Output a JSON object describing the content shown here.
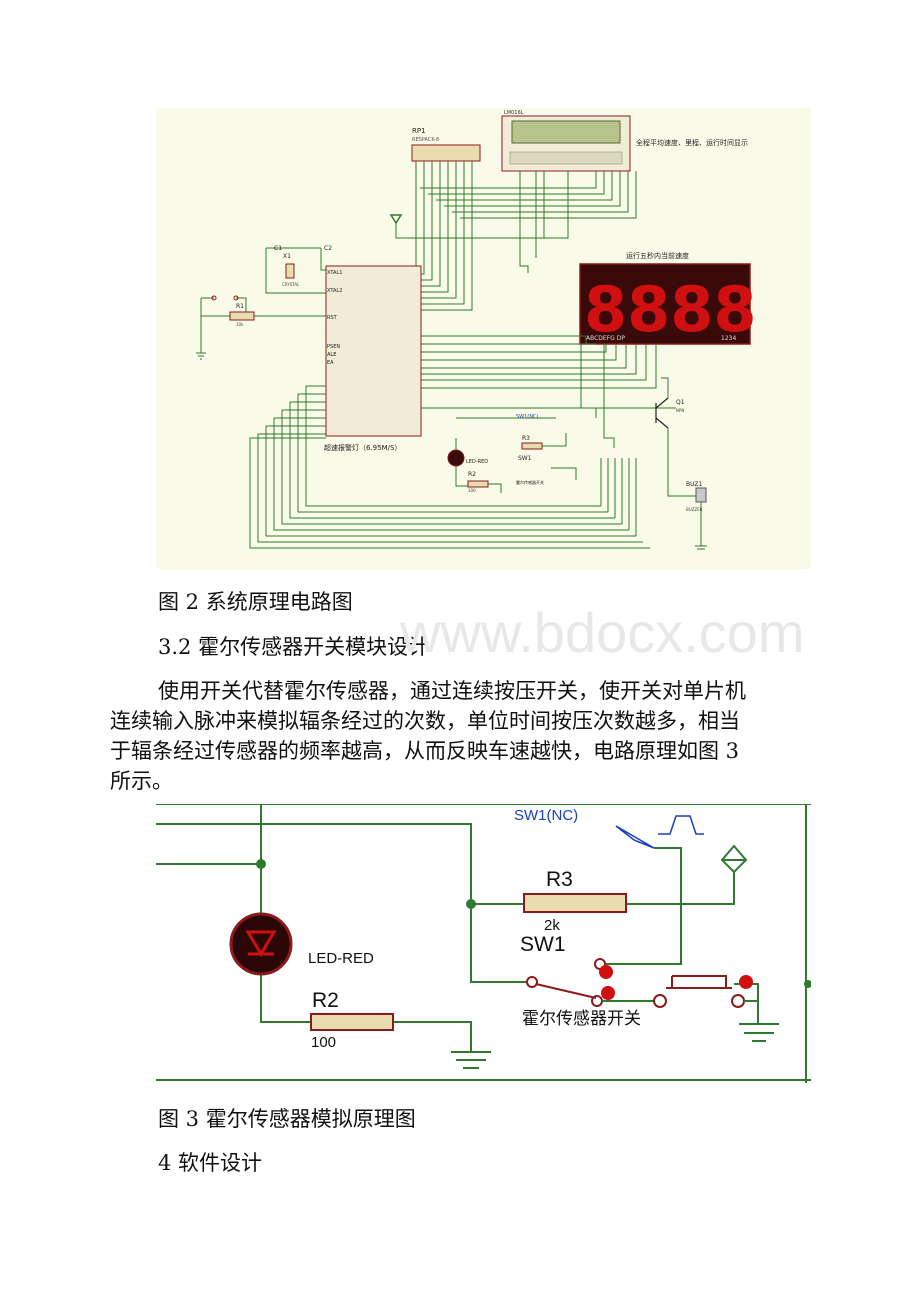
{
  "figure2": {
    "labels": {
      "rp1": "RP1",
      "rp1_sub": "RESPACK-8",
      "lcd_name": "LM016L",
      "lcd_note": "全程平均速度、里程、运行时间显示",
      "seg_title": "运行五秒内当前速度",
      "seg_pins_left": "ABCDEFG DP",
      "seg_pins_right": "1234",
      "c1": "C1",
      "c2": "C2",
      "x1": "X1",
      "crystal": "CRYSTAL",
      "r1": "R1",
      "r1_val": "10k",
      "xtal1": "XTAL1",
      "xtal2": "XTAL2",
      "rst": "RST",
      "psen": "PSEN",
      "ale": "ALE",
      "ea": "EA",
      "mcu_caption": "超速报警灯（6.95M/S）",
      "led_red": "LED-RED",
      "r2": "R2",
      "r2_val": "100",
      "r3": "R3",
      "sw1": "SW1",
      "sw1_nc": "SW1(NC)",
      "hall_switch": "霍尔传感器开关",
      "q1": "Q1",
      "npn": "NPN",
      "buz1": "BUZ1",
      "buzzer": "BUZZER",
      "segment_digits": "8888"
    }
  },
  "caption2": "图 2 系统原理电路图",
  "heading_3_2": "3.2 霍尔传感器开关模块设计",
  "paragraph": [
    "使用开关代替霍尔传感器，通过连续按压开关，使开关对单片机",
    "连续输入脉冲来模拟辐条经过的次数，单位时间按压次数越多，相当",
    "于辐条经过传感器的频率越高，从而反映车速越快，电路原理如图 3",
    "所示。"
  ],
  "watermark": "www.bdocx.com",
  "figure3": {
    "labels": {
      "sw1_nc": "SW1(NC)",
      "r3": "R3",
      "r3_val": "2k",
      "sw1": "SW1",
      "led_red": "LED-RED",
      "r2": "R2",
      "r2_val": "100",
      "hall_switch": "霍尔传感器开关"
    }
  },
  "caption3": "图 3 霍尔传感器模拟原理图",
  "heading_4": "4 软件设计",
  "colors": {
    "schematic_bg": "#fafae8",
    "wire": "#2f7a2f",
    "component": "#8b1a1a",
    "seg_red": "#d01010",
    "resistor_fill": "#e8dcb0",
    "label_blue": "#1a3fbf"
  }
}
